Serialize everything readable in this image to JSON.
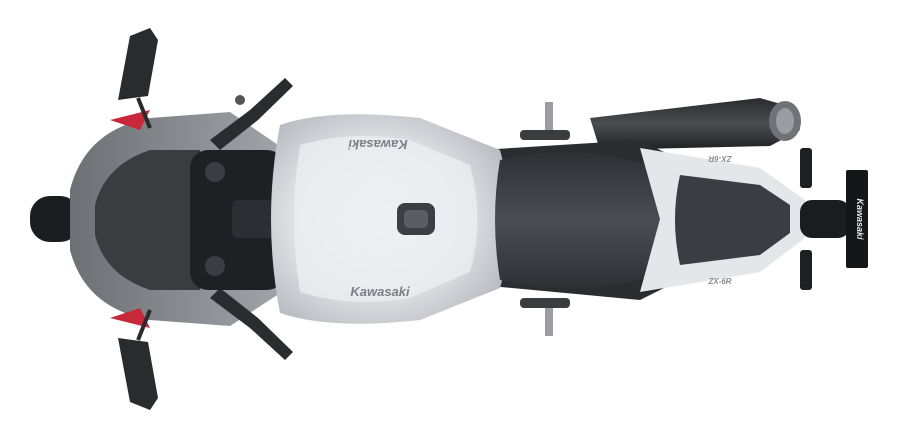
{
  "scene": {
    "subject": "motorcycle-top-view",
    "colors": {
      "background": "#ffffff",
      "tank_silver": "#d9dbde",
      "tank_highlight": "#f2f3f5",
      "body_grey": "#8e9196",
      "dark_grey": "#4a4d52",
      "black": "#1b1c1f",
      "seat": "#3a3c40",
      "red_accent": "#c8283a"
    }
  },
  "branding": {
    "tank_logo_top": "Kawasaki",
    "tank_logo_bottom": "Kawasaki",
    "plate_logo": "Kawasaki",
    "tail_logo_top": "ZX-6R",
    "tail_logo_bottom": "ZX-6R"
  }
}
